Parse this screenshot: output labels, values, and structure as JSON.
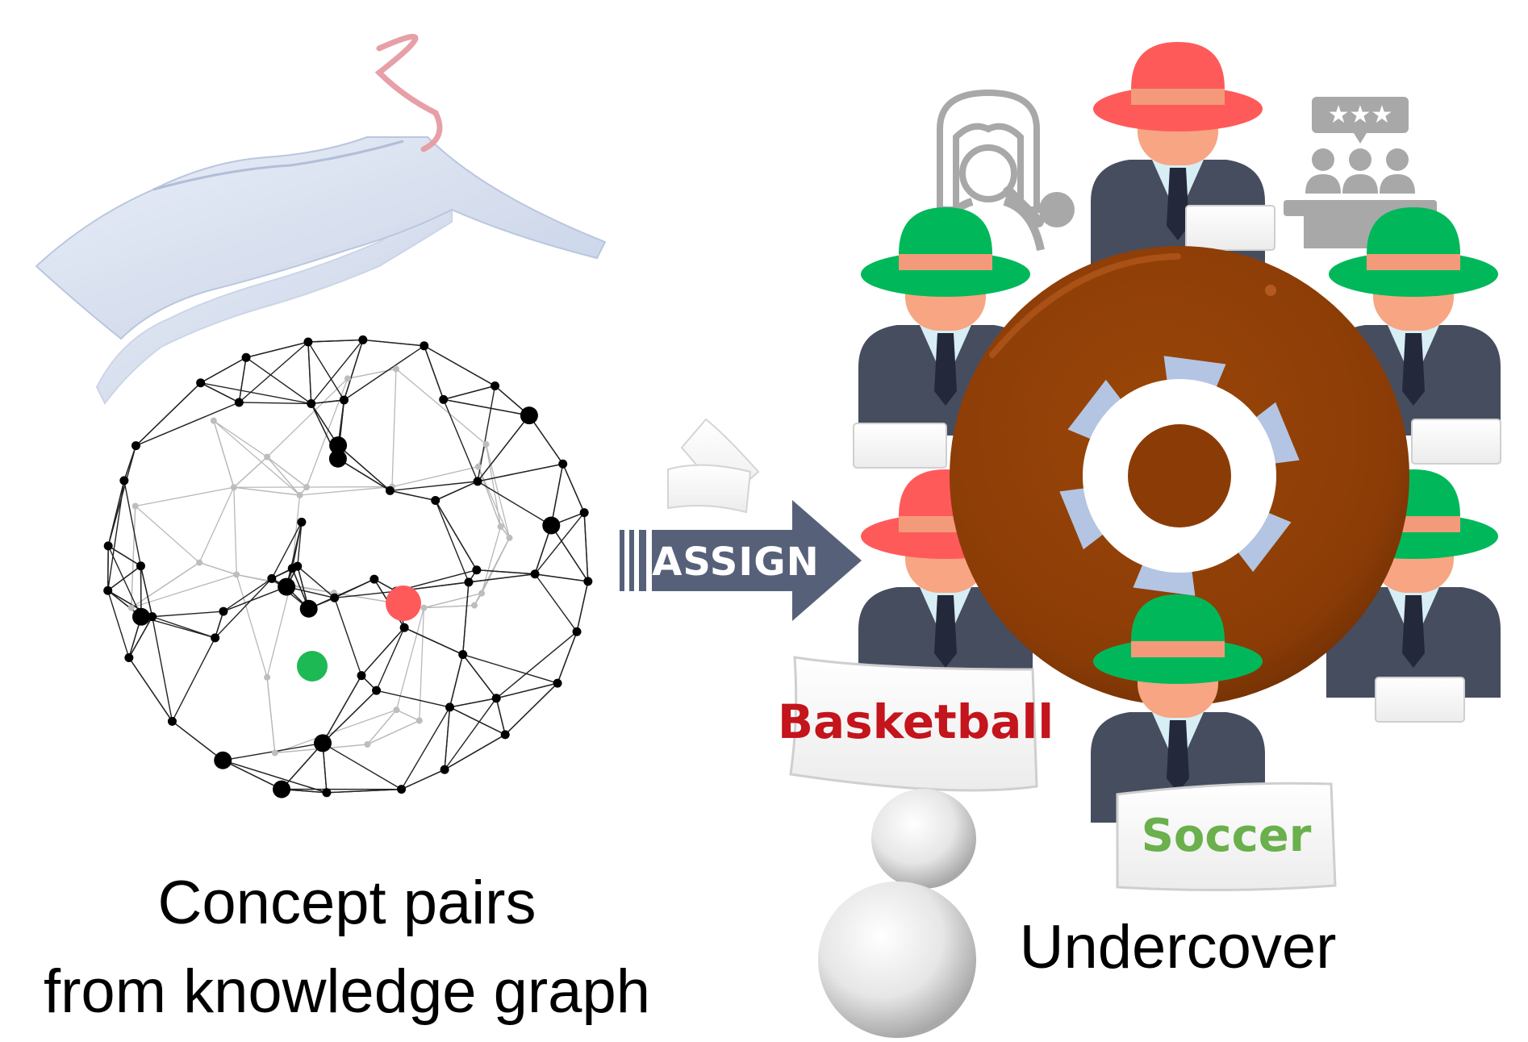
{
  "captions": {
    "left_line1": "Concept pairs",
    "left_line2": "from knowledge graph",
    "right": "Undercover"
  },
  "arrow": {
    "label": "ASSIGN"
  },
  "cards": {
    "red_word": "Basketball",
    "green_word": "Soccer"
  },
  "colors": {
    "red_hat": "#ff5a5a",
    "green_hat": "#00b85a",
    "hat_band": "#f39a7a",
    "suit": "#464d5f",
    "face": "#f7a582",
    "table": "#8b3c06",
    "gear": "#b3c5e3",
    "red_word": "#c4141c",
    "green_word": "#6ab04c",
    "arrow": "#566179",
    "graph_red_node": "#ff5a5a",
    "graph_green_node": "#1db954"
  },
  "icons": {
    "book": "open-book-icon",
    "detective": "detective-magnifier-icon",
    "audience": "audience-rating-icon",
    "gear": "gear-icon",
    "voting": "ballot-papers-icon"
  }
}
